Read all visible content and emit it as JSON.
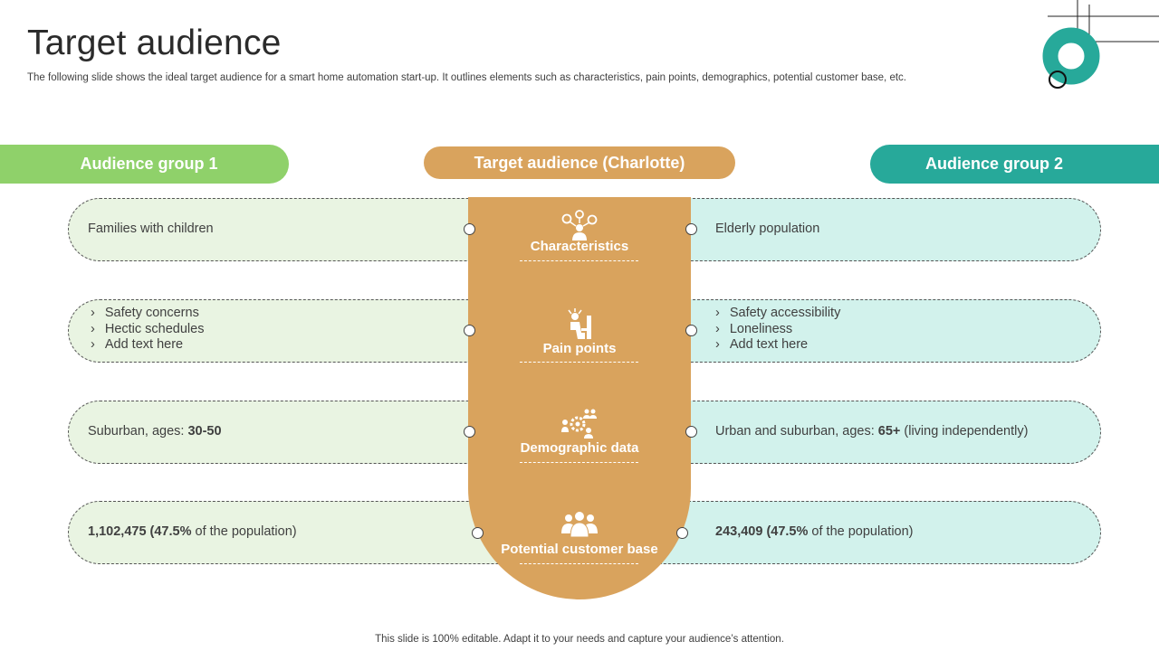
{
  "title": "Target audience",
  "subtitle": "The following slide shows the ideal target audience for a smart home automation start-up. It outlines elements such as characteristics, pain points, demographics, potential customer base, etc.",
  "headers": {
    "left": "Audience group 1",
    "center": "Target audience (Charlotte)",
    "right": "Audience group 2"
  },
  "rows": [
    {
      "label": "Characteristics",
      "icon": "person-ideas-icon",
      "left": "Families with children",
      "right": "Elderly population"
    },
    {
      "label": "Pain points",
      "icon": "stressed-person-icon",
      "left_list": [
        "Safety concerns",
        "Hectic schedules",
        "Add text here"
      ],
      "right_list": [
        "Safety accessibility",
        "Loneliness",
        "Add text here"
      ]
    },
    {
      "label": "Demographic data",
      "icon": "demographics-gear-icon",
      "left": {
        "pre": "Suburban, ages: ",
        "bold": "30-50",
        "post": ""
      },
      "right": {
        "pre": "Urban and suburban, ages: ",
        "bold": "65+",
        "post": " (living independently)"
      }
    },
    {
      "label": "Potential customer base",
      "icon": "customer-group-icon",
      "left": {
        "bold1": "1,102,475",
        "bold2": " (47.5%",
        "post": " of the population)"
      },
      "right": {
        "bold1": "243,409",
        "bold2": " (47.5%",
        "post": " of the population)"
      }
    }
  ],
  "footer": "This slide is 100% editable. Adapt it to your needs and capture your audience’s attention.",
  "colors": {
    "group1": "#8fd16a",
    "group2": "#27a99a",
    "center": "#d9a35d",
    "band1": "#e9f4e2",
    "band2": "#d2f2ec"
  }
}
